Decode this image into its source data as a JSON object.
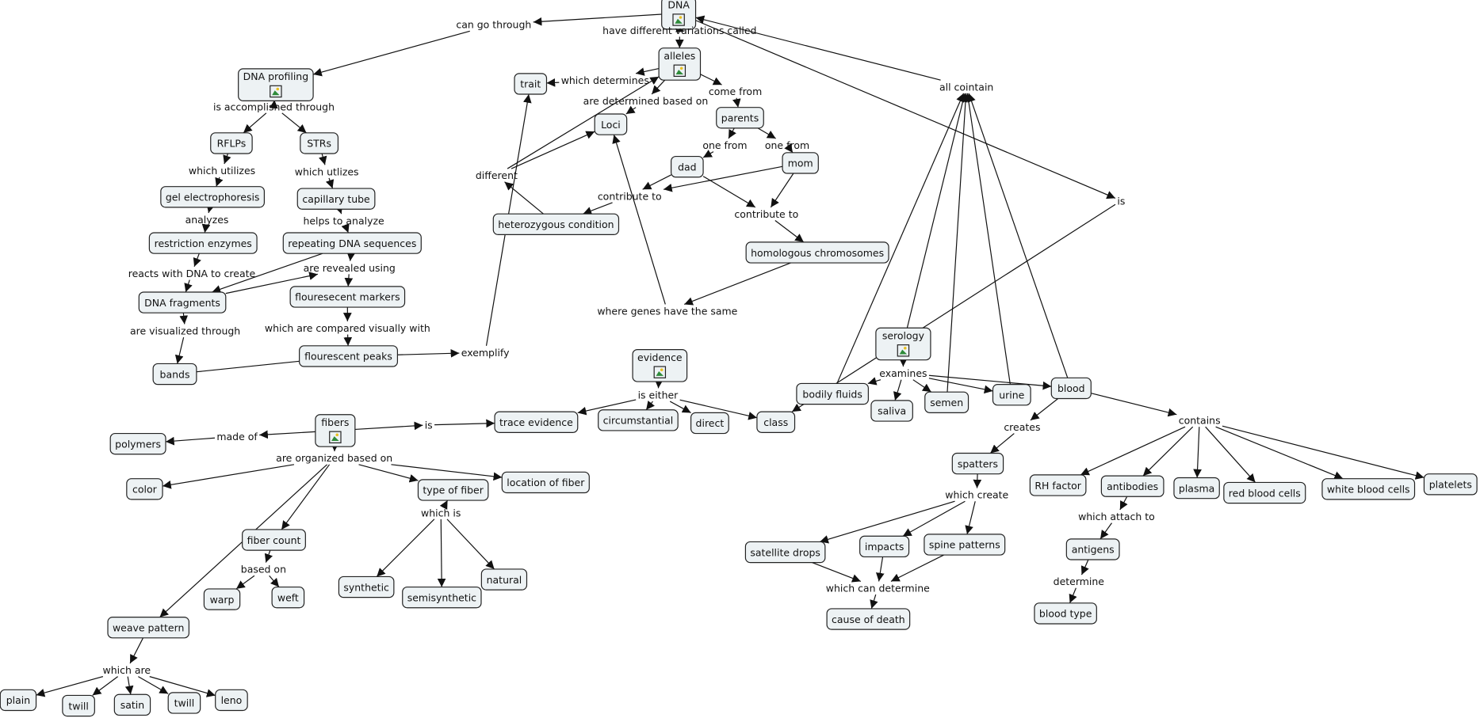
{
  "concepts": {
    "dna": "DNA",
    "dna_profiling": "DNA profiling",
    "rflps": "RFLPs",
    "strs": "STRs",
    "gel": "gel electrophoresis",
    "capillary": "capillary tube",
    "restriction": "restriction enzymes",
    "repeating": "repeating DNA sequences",
    "fragments": "DNA fragments",
    "markers": "flouresecent markers",
    "peaks": "flourescent peaks",
    "bands": "bands",
    "trait": "trait",
    "alleles": "alleles",
    "loci": "Loci",
    "parents": "parents",
    "dad": "dad",
    "mom": "mom",
    "hetero": "heterozygous condition",
    "homologous": "homologous chromosomes",
    "serology": "serology",
    "evidence": "evidence",
    "bodily": "bodily fluids",
    "saliva": "saliva",
    "semen": "semen",
    "urine": "urine",
    "blood": "blood",
    "trace": "trace evidence",
    "circumstantial": "circumstantial",
    "direct": "direct",
    "class": "class",
    "fibers": "fibers",
    "polymers": "polymers",
    "color": "color",
    "location": "location of fiber",
    "typefiber": "type of fiber",
    "fibercount": "fiber count",
    "warp": "warp",
    "weft": "weft",
    "synthetic": "synthetic",
    "semisynthetic": "semisynthetic",
    "natural": "natural",
    "weave": "weave pattern",
    "plain": "plain",
    "twill1": "twill",
    "satin": "satin",
    "twill2": "twill",
    "leno": "leno",
    "spatters": "spatters",
    "rh": "RH factor",
    "antibodies": "antibodies",
    "plasma": "plasma",
    "rbc": "red blood cells",
    "wbc": "white blood cells",
    "platelets": "platelets",
    "satellite": "satellite drops",
    "impacts": "impacts",
    "spine": "spine patterns",
    "antigens": "antigens",
    "bloodtype": "blood type",
    "cause": "cause of death"
  },
  "linking_phrases": {
    "can_go": "can go through",
    "have_diff": "have different variations called",
    "accomplished": "is accomplished through",
    "utilizes1": "which utilizes",
    "utilizes2": "which utlizes",
    "analyzes": "analyzes",
    "helps": "helps to analyze",
    "reacts": "reacts with DNA to create",
    "revealed": "are revealed using",
    "visualized": "are visualized through",
    "compared": "which are compared visually with",
    "exemplify": "exemplify",
    "determines": "which determines",
    "determined": "are determined based on",
    "come_from": "come from",
    "one_from1": "one from",
    "one_from2": "one from",
    "different": "different",
    "contribute1": "contribute to",
    "contribute2": "contribute to",
    "where_genes": "where genes have the same",
    "all_cointain": "all cointain",
    "is1": "is",
    "examines": "examines",
    "is_either": "is either",
    "is2": "is",
    "made_of": "made of",
    "organized": "are organized based on",
    "which_is": "which is",
    "based_on": "based on",
    "which_are": "which are",
    "creates": "creates",
    "contains": "contains",
    "which_create": "which create",
    "attach": "which attach to",
    "can_determine": "which can determine",
    "determine": "determine"
  },
  "image_attachment_icon": "image-icon",
  "colors": {
    "concept_fill": "#edf2f4",
    "concept_border": "#222222",
    "line": "#111111"
  }
}
